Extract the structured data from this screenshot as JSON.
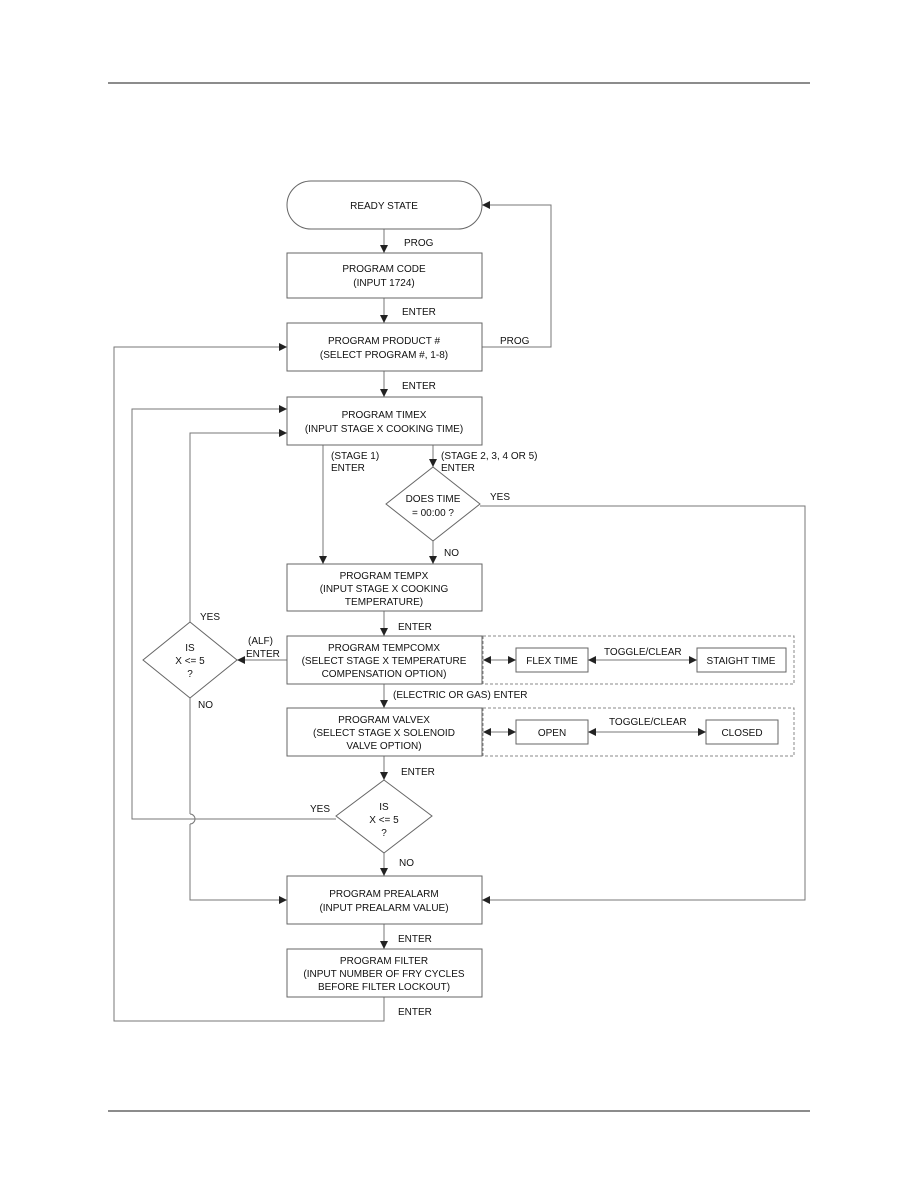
{
  "nodes": {
    "ready": "READY STATE",
    "code": [
      "PROGRAM CODE",
      "(INPUT 1724)"
    ],
    "product": [
      "PROGRAM PRODUCT #",
      "(SELECT PROGRAM #, 1-8)"
    ],
    "timex": [
      "PROGRAM TIMEX",
      "(INPUT STAGE X COOKING TIME)"
    ],
    "does_time": [
      "DOES TIME",
      "= 00:00 ?"
    ],
    "tempx": [
      "PROGRAM TEMPX",
      "(INPUT STAGE X COOKING",
      "TEMPERATURE)"
    ],
    "tempcomx": [
      "PROGRAM TEMPCOMX",
      "(SELECT STAGE X TEMPERATURE",
      "COMPENSATION OPTION)"
    ],
    "flex_time": "FLEX TIME",
    "staight_time": "STAIGHT TIME",
    "valvex": [
      "PROGRAM VALVEX",
      "(SELECT STAGE X SOLENOID",
      "VALVE OPTION)"
    ],
    "open": "OPEN",
    "closed": "CLOSED",
    "is_left": [
      "IS",
      "X <= 5",
      "?"
    ],
    "is_mid": [
      "IS",
      "X <= 5",
      "?"
    ],
    "prealarm": [
      "PROGRAM PREALARM",
      "(INPUT PREALARM VALUE)"
    ],
    "filter": [
      "PROGRAM FILTER",
      "(INPUT NUMBER OF FRY CYCLES",
      "BEFORE FILTER LOCKOUT)"
    ]
  },
  "labels": {
    "prog_1": "PROG",
    "enter_1": "ENTER",
    "prog_2": "PROG",
    "enter_2": "ENTER",
    "stage1": [
      "(STAGE 1)",
      "ENTER"
    ],
    "stage2_5": [
      "(STAGE 2, 3, 4 OR 5)",
      "ENTER"
    ],
    "yes_time": "YES",
    "no_time": "NO",
    "enter_3": "ENTER",
    "alf": [
      "(ALF)",
      "ENTER"
    ],
    "toggle_1": "TOGGLE/CLEAR",
    "yes_left": "YES",
    "no_left": "NO",
    "electric_gas": "(ELECTRIC OR GAS) ENTER",
    "toggle_2": "TOGGLE/CLEAR",
    "enter_4": "ENTER",
    "yes_mid": "YES",
    "no_mid": "NO",
    "enter_5": "ENTER",
    "enter_6": "ENTER"
  },
  "colors": {
    "line": "#777777",
    "box_border": "#666666",
    "text": "#111111",
    "rule": "#8c8c8c"
  }
}
